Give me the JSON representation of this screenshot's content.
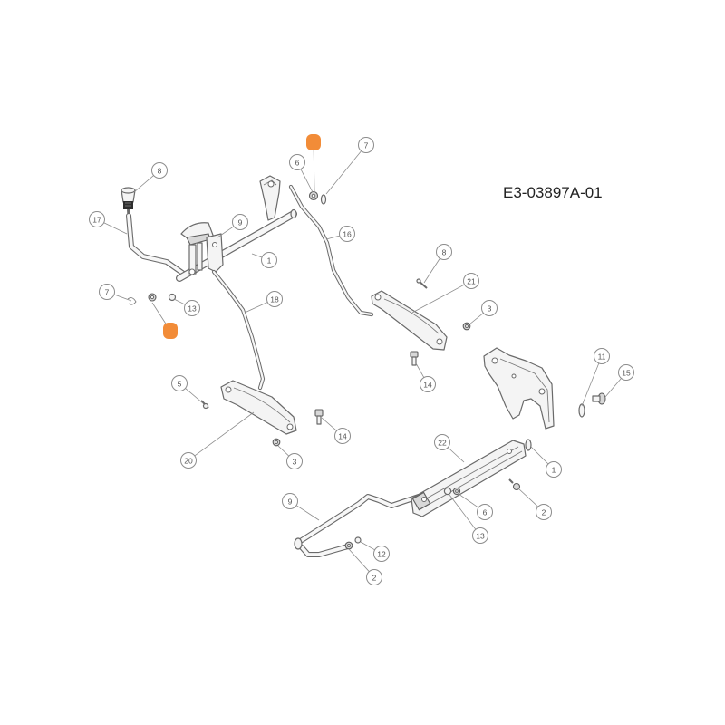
{
  "drawing_number": "E3-03897A-01",
  "highlight_color": "#f28c38",
  "line_color": "#6a6a6a",
  "callouts": [
    {
      "label": "8"
    },
    {
      "label": "17"
    },
    {
      "label": "9"
    },
    {
      "label": "1"
    },
    {
      "label": "7"
    },
    {
      "label": "13"
    },
    {
      "highlighted": true
    },
    {
      "label": "18"
    },
    {
      "highlighted": true
    },
    {
      "label": "6"
    },
    {
      "label": "7"
    },
    {
      "label": "16"
    },
    {
      "label": "8"
    },
    {
      "label": "21"
    },
    {
      "label": "3"
    },
    {
      "label": "14"
    },
    {
      "label": "5"
    },
    {
      "label": "14"
    },
    {
      "label": "3"
    },
    {
      "label": "20"
    },
    {
      "label": "11"
    },
    {
      "label": "15"
    },
    {
      "label": "22"
    },
    {
      "label": "1"
    },
    {
      "label": "6"
    },
    {
      "label": "2"
    },
    {
      "label": "13"
    },
    {
      "label": "9"
    },
    {
      "label": "12"
    },
    {
      "label": "2"
    }
  ]
}
